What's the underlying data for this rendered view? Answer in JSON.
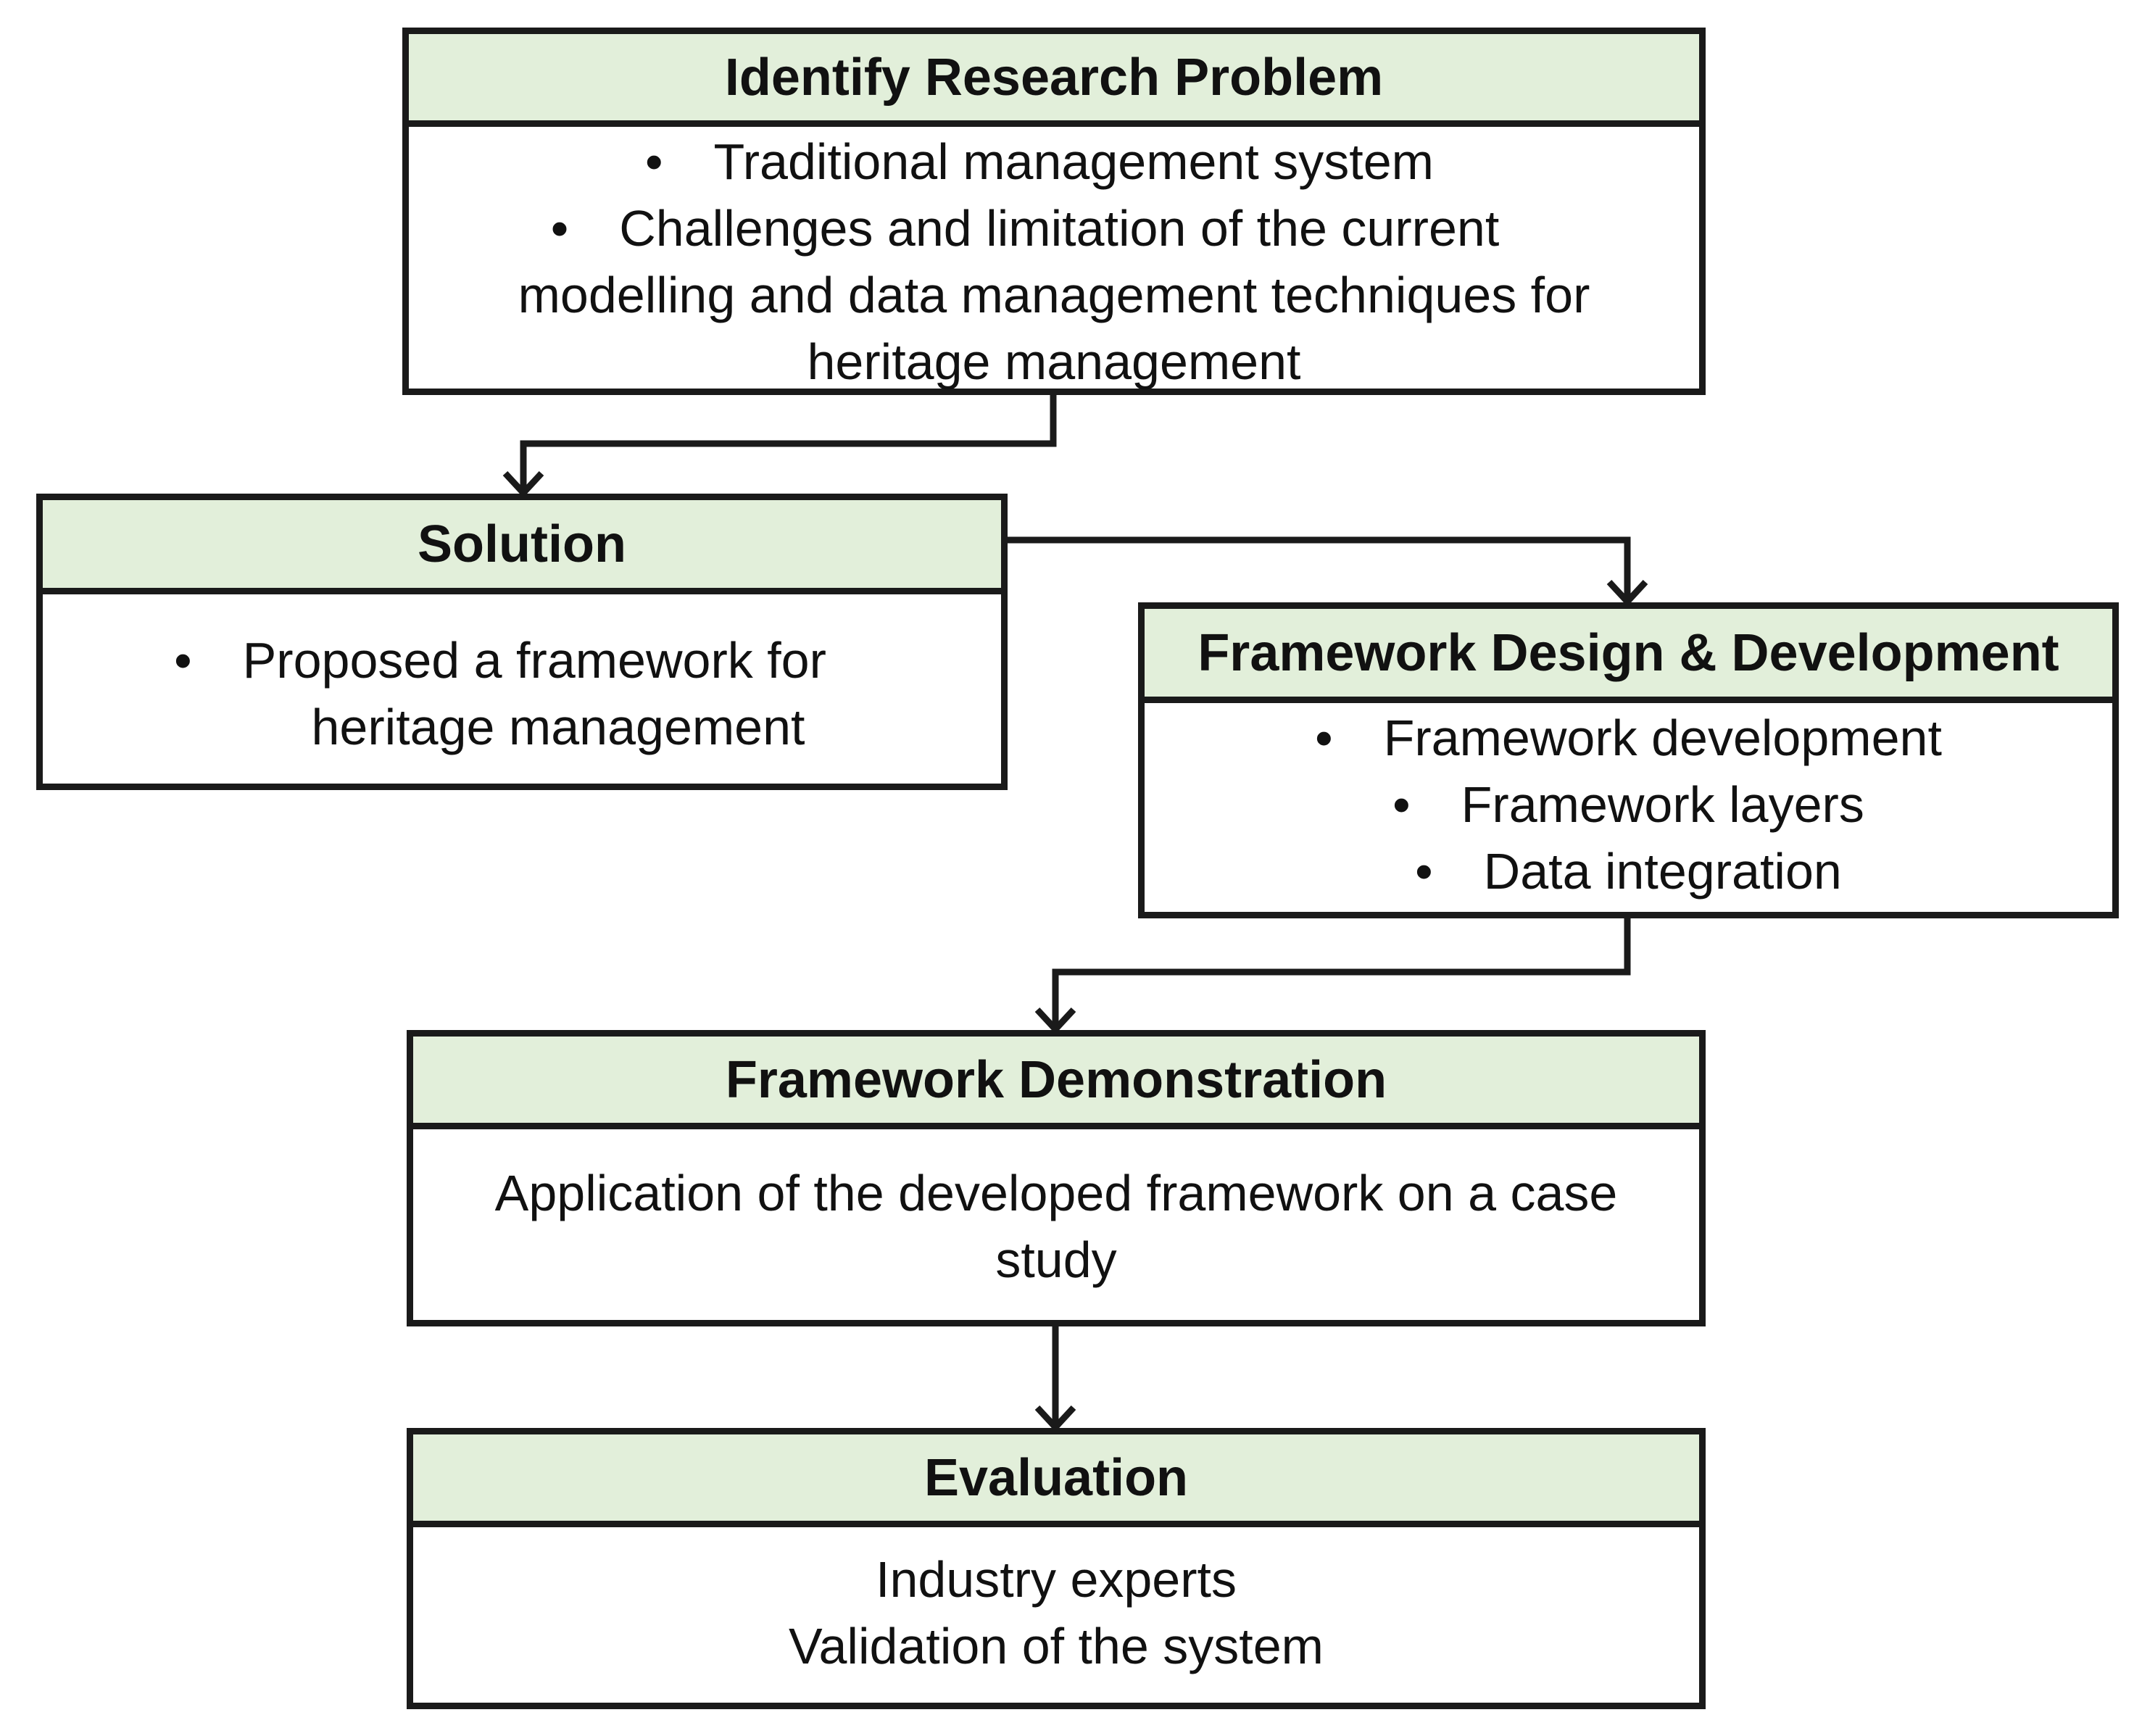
{
  "boxes": {
    "problem": {
      "title": "Identify Research Problem",
      "bullet_char": "•",
      "items": [
        "Traditional management system",
        "Challenges and limitation of the current"
      ],
      "continuation": [
        "modelling and data management techniques for",
        "heritage management"
      ]
    },
    "solution": {
      "title": "Solution",
      "bullet_char": "•",
      "item": "Proposed a framework for",
      "continuation": "heritage management"
    },
    "design": {
      "title": "Framework Design & Development",
      "bullet_char": "•",
      "items": [
        "Framework development",
        "Framework layers",
        "Data integration"
      ]
    },
    "demonstration": {
      "title": "Framework Demonstration",
      "lines": [
        "Application of the developed framework on a case",
        "study"
      ]
    },
    "evaluation": {
      "title": "Evaluation",
      "lines": [
        "Industry experts",
        "Validation of the system"
      ]
    }
  },
  "colors": {
    "header_fill": "#e2efda",
    "border": "#1a1a1a",
    "background": "#ffffff"
  }
}
